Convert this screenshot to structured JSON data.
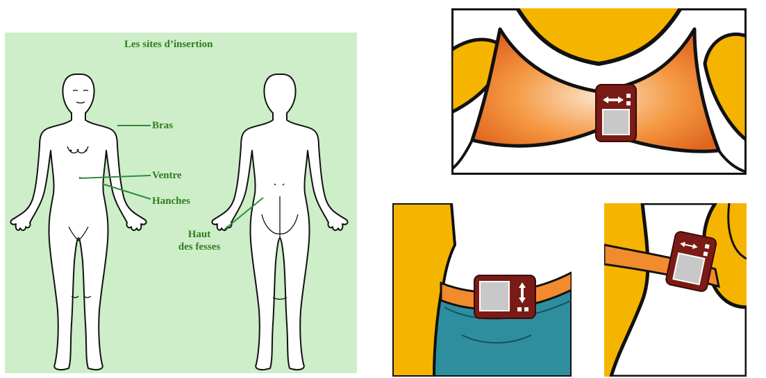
{
  "diagram": {
    "title": "Les sites d’insertion",
    "labels": {
      "arm": "Bras",
      "belly": "Ventre",
      "hips": "Hanches",
      "buttocks_line1": "Haut",
      "buttocks_line2": "des fesses"
    }
  },
  "colors": {
    "panel_background": "#cdeec8",
    "label_green": "#2e7d1f",
    "leader_line_green": "#2f8a3a",
    "strap_orange": "#f28a2e",
    "background_yellow": "#f5b400",
    "device_maroon": "#7a1b16",
    "jeans_teal": "#2f8e9e"
  },
  "illustrations": {
    "top": "bra-with-sensor",
    "bottom_left": "belt-with-sensor",
    "bottom_right": "armband-with-sensor"
  }
}
